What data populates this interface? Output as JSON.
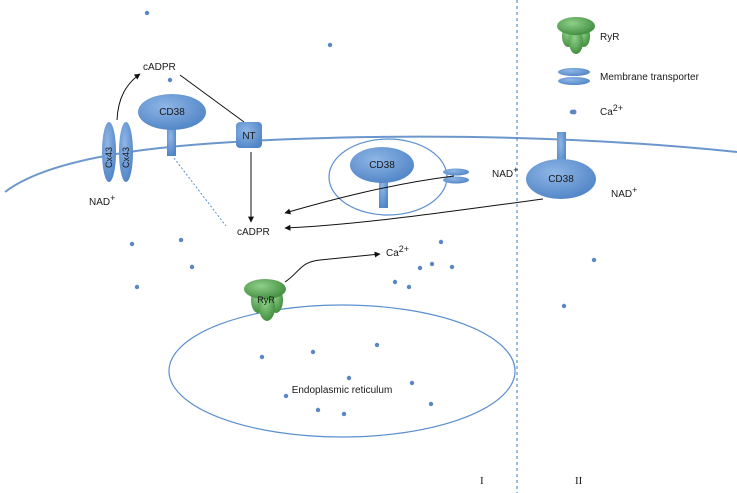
{
  "legend": {
    "ryr": "RyR",
    "membrane_transporter": "Membrane transporter",
    "calcium": "Ca",
    "calcium_sup": "2+"
  },
  "labels": {
    "cadpr_top": "cADPR",
    "cadpr_mid": "cADPR",
    "cd38_left": "CD38",
    "cd38_center": "CD38",
    "cd38_right": "CD38",
    "nt": "NT",
    "cx43_a": "Cx43",
    "cx43_b": "Cx43",
    "nad_left": "NAD",
    "nad_center": "NAD",
    "nad_right": "NAD",
    "nad_sup": "+",
    "ryr_er": "RyR",
    "ca_er": "Ca",
    "ca_sup": "2+",
    "er": "Endoplasmic reticulum",
    "region_1": "I",
    "region_2": "II"
  },
  "colors": {
    "protein_blue": "#5b8fcf",
    "membrane": "#6b97cc",
    "ryr_green": "#4e9a4a",
    "dot": "#5a86c4"
  }
}
